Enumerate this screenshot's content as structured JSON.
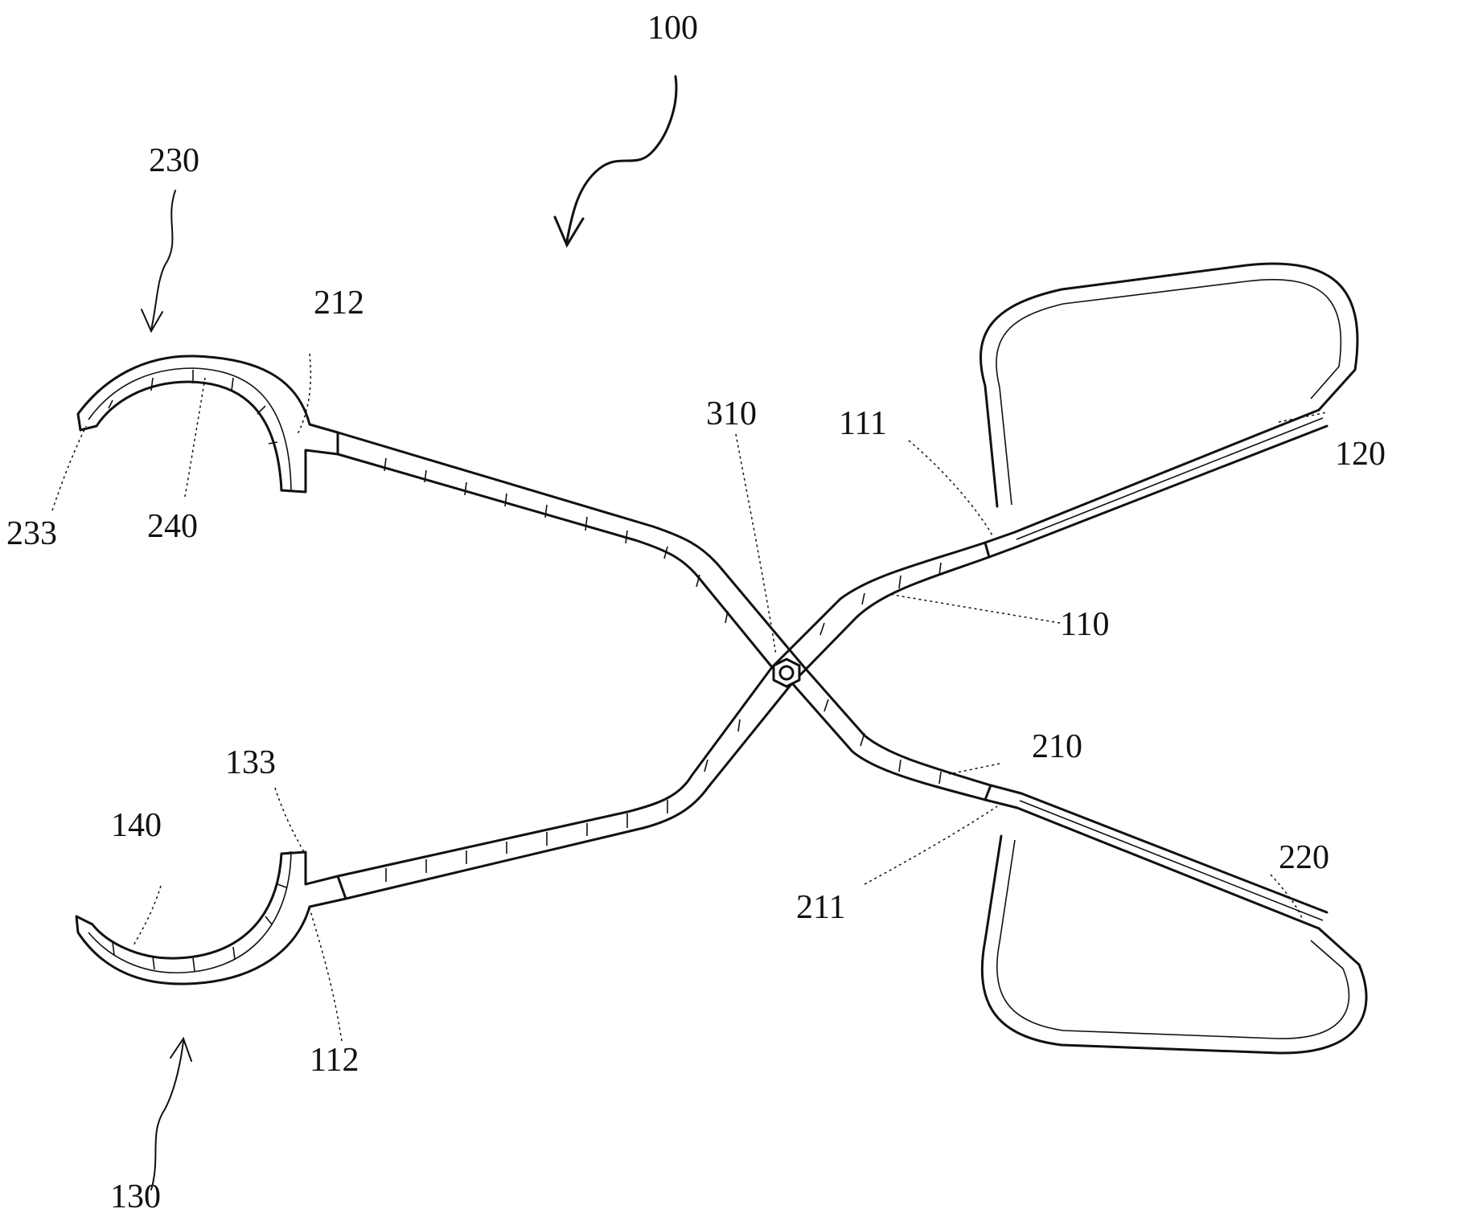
{
  "figure": {
    "reference_numerals": {
      "device": "100",
      "first_arm": "110",
      "first_arm_joint": "111",
      "first_arm_neck": "112",
      "first_handle": "120",
      "first_jaw": "130",
      "first_jaw_tip": "133",
      "first_jaw_scale": "140",
      "second_arm": "210",
      "second_arm_joint": "211",
      "second_arm_neck": "212",
      "second_handle": "220",
      "second_jaw": "230",
      "second_jaw_tip": "233",
      "second_jaw_scale": "240",
      "pivot": "310"
    }
  }
}
